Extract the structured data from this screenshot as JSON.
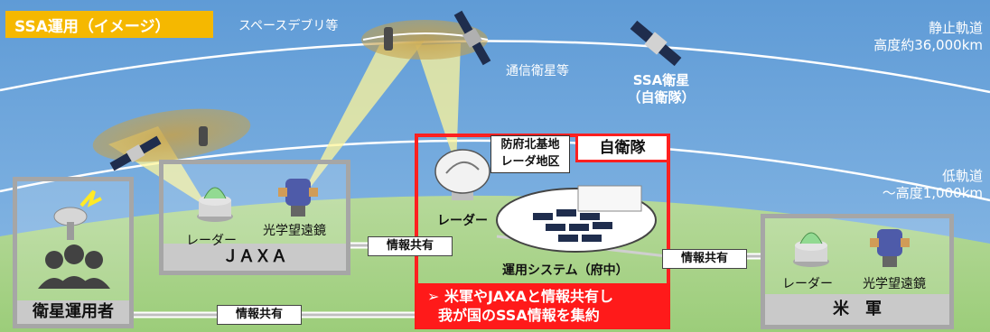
{
  "title": "SSA運用（イメージ）",
  "space_labels": {
    "debris": "スペースデブリ等",
    "comm_sat": "通信衛星等",
    "ssa_sat_line1": "SSA衛星",
    "ssa_sat_line2": "（自衛隊）",
    "geo_line1": "静止軌道",
    "geo_line2": "高度約36,000km",
    "leo_line1": "低軌道",
    "leo_line2": "～高度1,000km"
  },
  "operators": {
    "footer": "衛星運用者"
  },
  "jaxa": {
    "radar": "レーダー",
    "telescope": "光学望遠鏡",
    "footer": "ＪＡＸＡ"
  },
  "center": {
    "site_line1": "防府北基地",
    "site_line2": "レーダ地区",
    "jsdf": "自衛隊",
    "radar": "レーダー",
    "ops_system": "運用システム（府中）",
    "msg_line1": "➢ 米軍やJAXAと情報共有し",
    "msg_line2": "我が国のSSA情報を集約"
  },
  "usforces": {
    "radar": "レーダー",
    "telescope": "光学望遠鏡",
    "footer": "米　軍"
  },
  "info_share": {
    "top": "情報共有",
    "right": "情報共有",
    "bottom": "情報共有"
  },
  "colors": {
    "sky": "#5b9bd5",
    "earth": "#a9d18e",
    "banner": "#f5b800",
    "accent_red": "#ff2020"
  }
}
